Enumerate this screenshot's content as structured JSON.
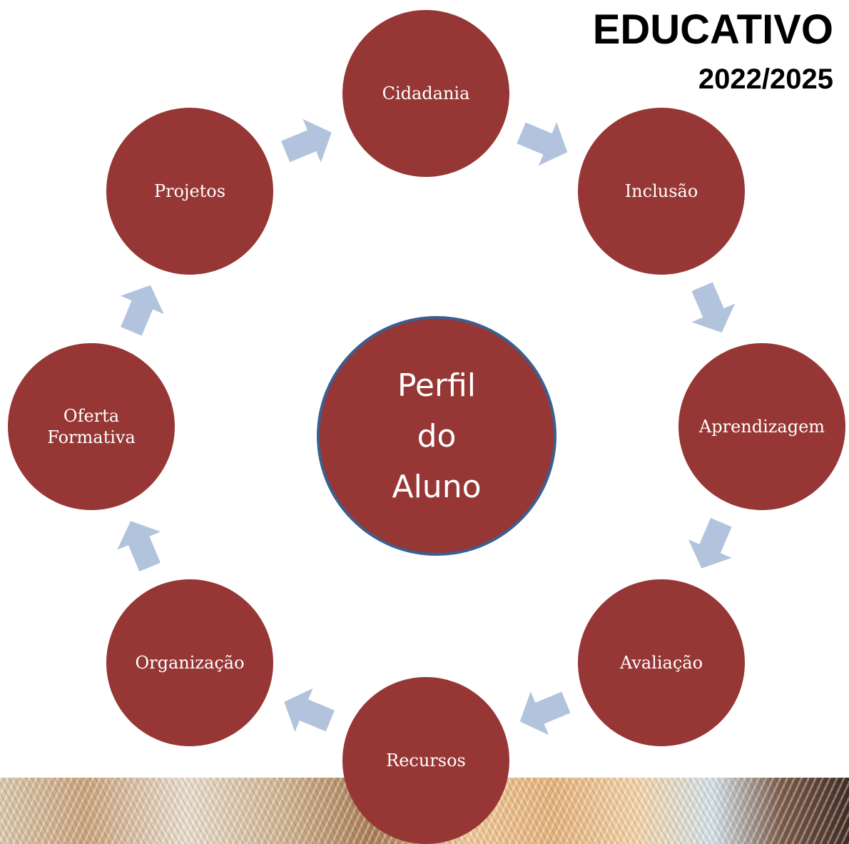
{
  "header": {
    "title": "EDUCATIVO",
    "years": "2022/2025"
  },
  "center": {
    "lines": [
      "Perfil",
      "do",
      "Aluno"
    ]
  },
  "nodes": [
    {
      "id": "cidadania",
      "lines": [
        "Cidadania"
      ]
    },
    {
      "id": "inclusao",
      "lines": [
        "Inclusão"
      ]
    },
    {
      "id": "aprendizagem",
      "lines": [
        "Aprendizagem"
      ]
    },
    {
      "id": "avaliacao",
      "lines": [
        "Avaliação"
      ]
    },
    {
      "id": "recursos",
      "lines": [
        "Recursos"
      ]
    },
    {
      "id": "organizacao",
      "lines": [
        "Organização"
      ]
    },
    {
      "id": "oferta-formativa",
      "lines": [
        "Oferta",
        "Formativa"
      ]
    },
    {
      "id": "projetos",
      "lines": [
        "Projetos"
      ]
    }
  ],
  "colors": {
    "node_fill": "#963735",
    "center_fill": "#963735",
    "center_stroke": "#3b5f8f",
    "arrow_fill": "#b2c3dd",
    "text": "#ffffff"
  }
}
